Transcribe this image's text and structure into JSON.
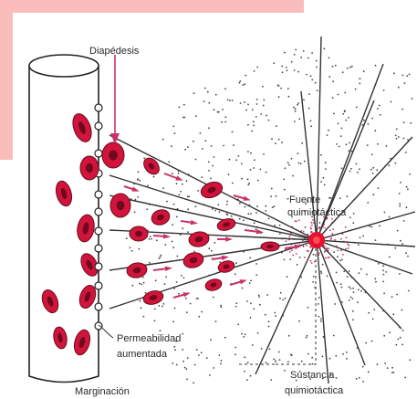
{
  "labels": {
    "diapedesis": "Diapédesis",
    "fuente_line1": "Fuente",
    "fuente_line2": "quimiotáctica",
    "permeabilidad_line1": "Permeabilidad",
    "permeabilidad_line2": "aumentada",
    "marginacion": "Marginación",
    "sustancia_line1": "Sustancia",
    "sustancia_line2": "quimiotáctica"
  },
  "colors": {
    "cell_fill": "#d2143c",
    "cell_nucleus": "#6e0a1e",
    "source": "#e8102e",
    "arrow": "#c8326a",
    "corner_band": "#fbbcbc",
    "lines": "#333333",
    "dots": "#444444"
  }
}
